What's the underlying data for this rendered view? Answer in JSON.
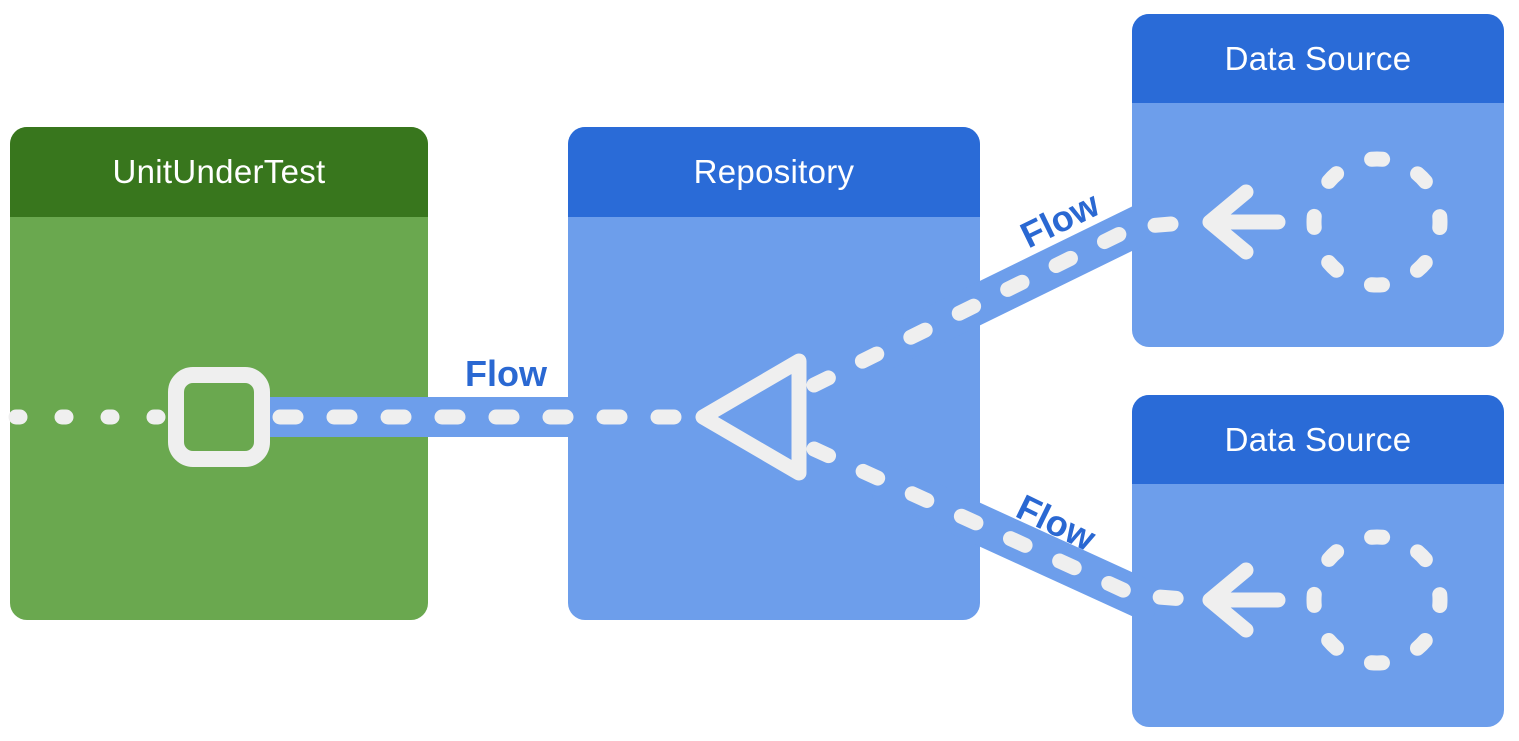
{
  "diagram": {
    "description": "Architecture diagram: a Repository exposing a Flow consumed by a UnitUnderTest, with the Repository combining Flows from two Data Sources"
  },
  "nodes": {
    "unit_under_test": {
      "label": "UnitUnderTest",
      "header_color": "#38761d",
      "body_color": "#6aa84f"
    },
    "repository": {
      "label": "Repository",
      "header_color": "#2a6bd7",
      "body_color": "#6d9eeb"
    },
    "data_source_top": {
      "label": "Data Source",
      "header_color": "#2a6bd7",
      "body_color": "#6d9eeb"
    },
    "data_source_bottom": {
      "label": "Data Source",
      "header_color": "#2a6bd7",
      "body_color": "#6d9eeb"
    }
  },
  "edges": {
    "repository_to_unit": {
      "label": "Flow"
    },
    "data_source_top_to_repository": {
      "label": "Flow"
    },
    "data_source_bottom_to_repository": {
      "label": "Flow"
    }
  },
  "icons": {
    "unit_under_test": "hollow-square-icon",
    "repository": "hollow-triangle-left-icon",
    "data_source": "dashed-circle-icon",
    "flow_direction": "arrow-left-icon"
  },
  "colors": {
    "green_header": "#38761d",
    "green_body": "#6aa84f",
    "blue_header": "#2a6bd7",
    "blue_body": "#6d9eeb",
    "connector": "#efefef",
    "flow_text": "#2a68d2",
    "background": "#ffffff"
  }
}
